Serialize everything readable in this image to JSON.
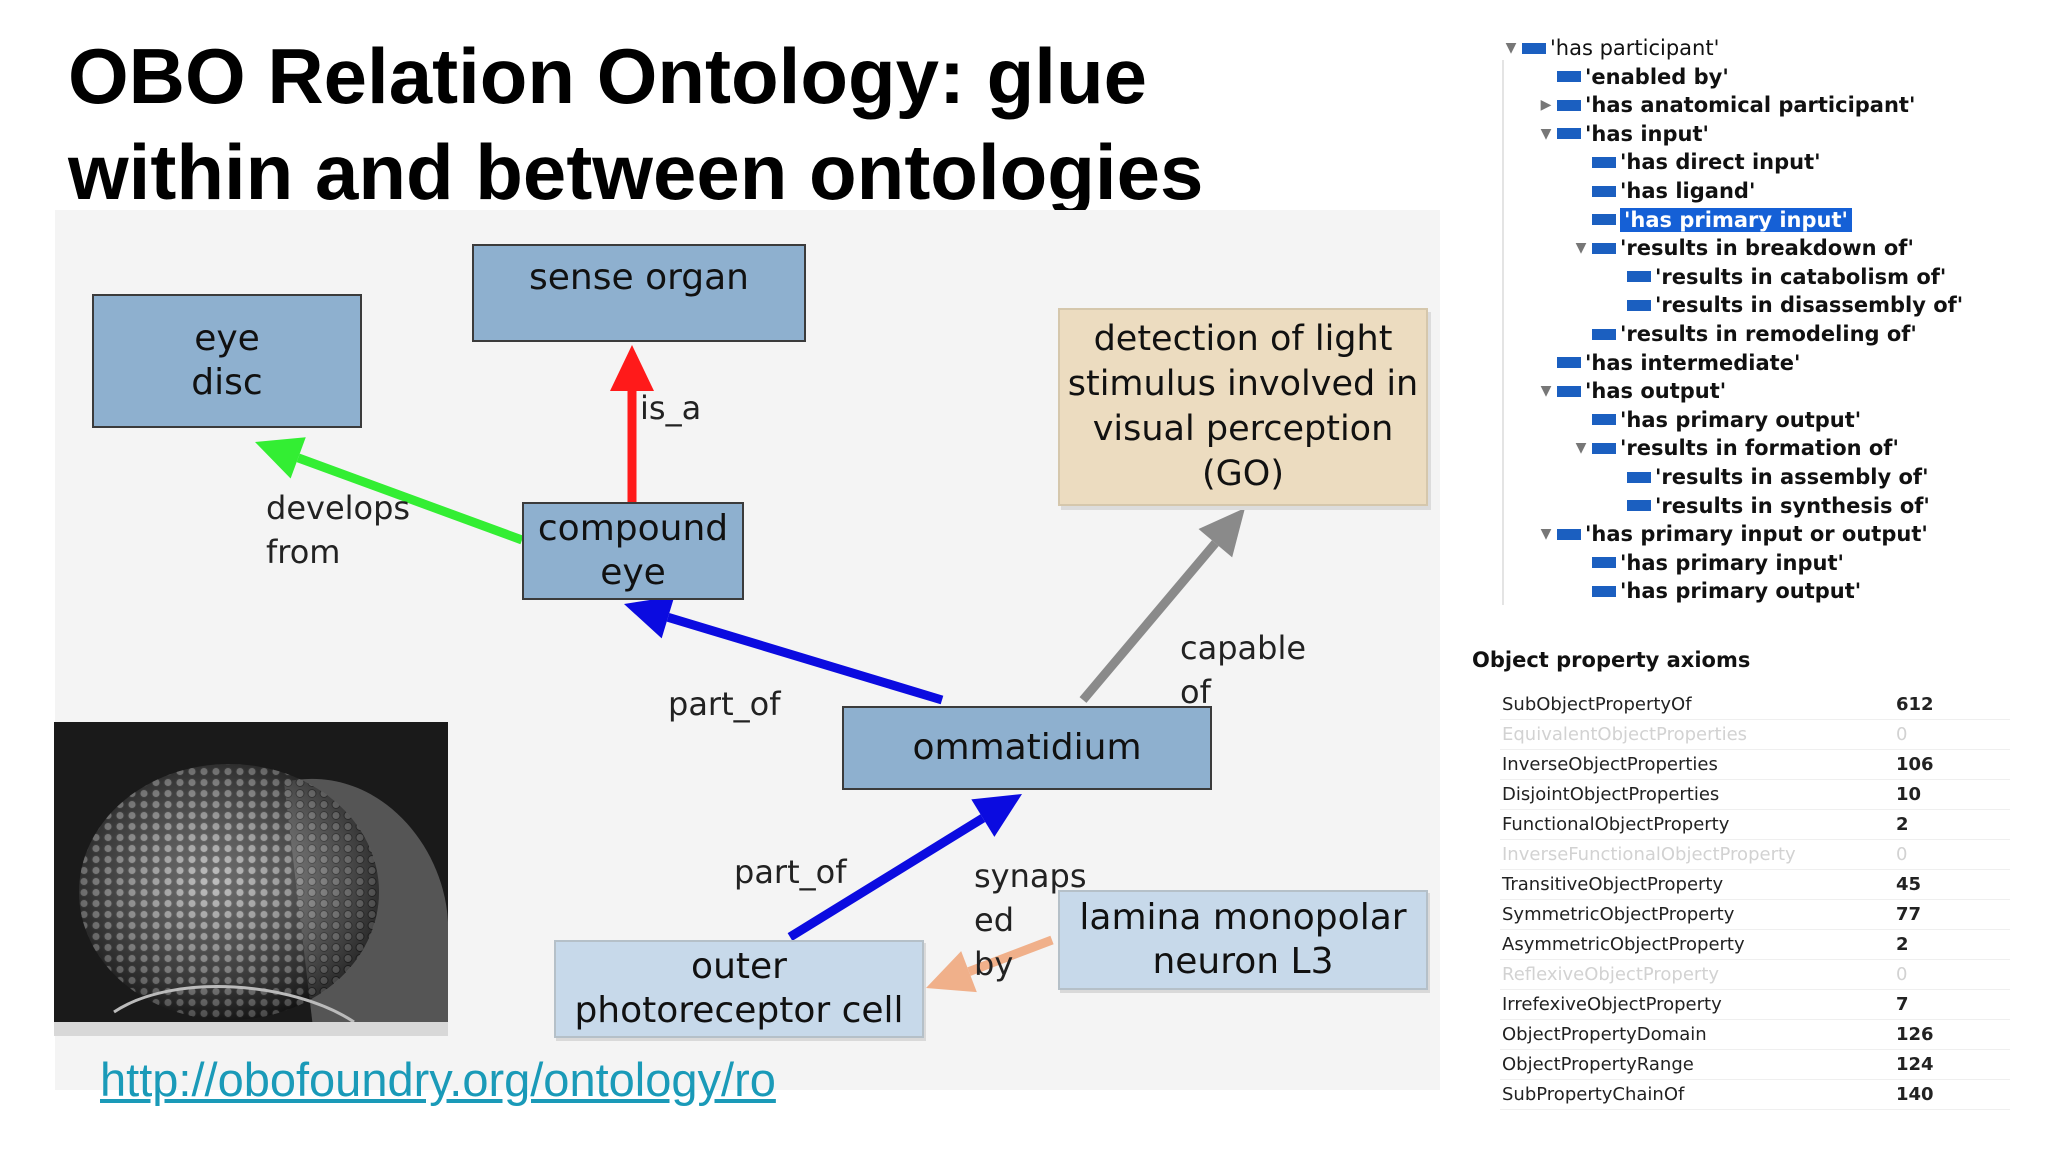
{
  "title": {
    "line1": "OBO Relation Ontology: glue",
    "line2": "within and between ontologies"
  },
  "diagram": {
    "nodes": {
      "eye_disc": "eye\ndisc",
      "sense_organ": "sense organ",
      "compound_eye": "compound\neye",
      "detection_go": "detection of light\nstimulus involved in\nvisual perception\n(GO)",
      "ommatidium": "ommatidium",
      "outer_photoreceptor": "outer\nphotoreceptor cell",
      "lamina_neuron": "lamina monopolar\nneuron L3"
    },
    "edges": {
      "is_a": "is_a",
      "develops_from": "develops\nfrom",
      "part_of_ommatidium": "part_of",
      "capable_of": "capable\nof",
      "part_of_photoreceptor": "part_of",
      "synapsed_by": "synaps\ned\nby"
    },
    "colors": {
      "is_a": "#ff1a1a",
      "develops_from": "#33ee33",
      "part_of": "#0b0be0",
      "capable_of": "#8a8a8a",
      "synapsed_by": "#f0b08a"
    }
  },
  "image": {
    "icon": "compound-eye-sem-photo"
  },
  "link": {
    "text": "http://obofoundry.org/ontology/ro"
  },
  "tree": [
    {
      "label": "'has participant'",
      "toggle": "expanded",
      "level": 0
    },
    {
      "label": "'enabled by'",
      "toggle": "none",
      "level": 1
    },
    {
      "label": "'has anatomical participant'",
      "toggle": "collapsed",
      "level": 1
    },
    {
      "label": "'has input'",
      "toggle": "expanded",
      "level": 1
    },
    {
      "label": "'has direct input'",
      "toggle": "none",
      "level": 2
    },
    {
      "label": "'has ligand'",
      "toggle": "none",
      "level": 2
    },
    {
      "label": "'has primary input'",
      "toggle": "none",
      "level": 2,
      "selected": true
    },
    {
      "label": "'results in breakdown of'",
      "toggle": "expanded",
      "level": 2
    },
    {
      "label": "'results in catabolism of'",
      "toggle": "none",
      "level": 3
    },
    {
      "label": "'results in disassembly of'",
      "toggle": "none",
      "level": 3
    },
    {
      "label": "'results in remodeling of'",
      "toggle": "none",
      "level": 2
    },
    {
      "label": "'has intermediate'",
      "toggle": "none",
      "level": 1
    },
    {
      "label": "'has output'",
      "toggle": "expanded",
      "level": 1
    },
    {
      "label": "'has primary output'",
      "toggle": "none",
      "level": 2
    },
    {
      "label": "'results in formation of'",
      "toggle": "expanded",
      "level": 2
    },
    {
      "label": "'results in assembly of'",
      "toggle": "none",
      "level": 3
    },
    {
      "label": "'results in synthesis of'",
      "toggle": "none",
      "level": 3
    },
    {
      "label": "'has primary input or output'",
      "toggle": "expanded",
      "level": 1
    },
    {
      "label": "'has primary input'",
      "toggle": "none",
      "level": 2
    },
    {
      "label": "'has primary output'",
      "toggle": "none",
      "level": 2
    }
  ],
  "axioms": {
    "title": "Object property axioms",
    "rows": [
      {
        "name": "SubObjectPropertyOf",
        "value": "612",
        "faded": false
      },
      {
        "name": "EquivalentObjectProperties",
        "value": "0",
        "faded": true
      },
      {
        "name": "InverseObjectProperties",
        "value": "106",
        "faded": false
      },
      {
        "name": "DisjointObjectProperties",
        "value": "10",
        "faded": false
      },
      {
        "name": "FunctionalObjectProperty",
        "value": "2",
        "faded": false
      },
      {
        "name": "InverseFunctionalObjectProperty",
        "value": "0",
        "faded": true
      },
      {
        "name": "TransitiveObjectProperty",
        "value": "45",
        "faded": false
      },
      {
        "name": "SymmetricObjectProperty",
        "value": "77",
        "faded": false
      },
      {
        "name": "AsymmetricObjectProperty",
        "value": "2",
        "faded": false
      },
      {
        "name": "ReflexiveObjectProperty",
        "value": "0",
        "faded": true
      },
      {
        "name": "IrrefexiveObjectProperty",
        "value": "7",
        "faded": false
      },
      {
        "name": "ObjectPropertyDomain",
        "value": "126",
        "faded": false
      },
      {
        "name": "ObjectPropertyRange",
        "value": "124",
        "faded": false
      },
      {
        "name": "SubPropertyChainOf",
        "value": "140",
        "faded": false
      }
    ]
  }
}
